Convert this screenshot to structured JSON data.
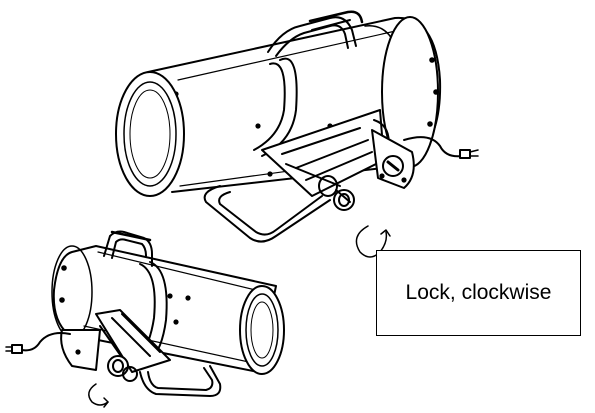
{
  "callout": {
    "text": "Lock, clockwise"
  },
  "colors": {
    "ink": "#000000",
    "paper": "#ffffff"
  },
  "figures": [
    {
      "name": "heater-large",
      "view": "front-right"
    },
    {
      "name": "heater-small",
      "view": "rear-left"
    }
  ],
  "arrows": [
    {
      "name": "rotation-arrow-large",
      "direction": "clockwise"
    },
    {
      "name": "rotation-arrow-small",
      "direction": "clockwise"
    }
  ]
}
